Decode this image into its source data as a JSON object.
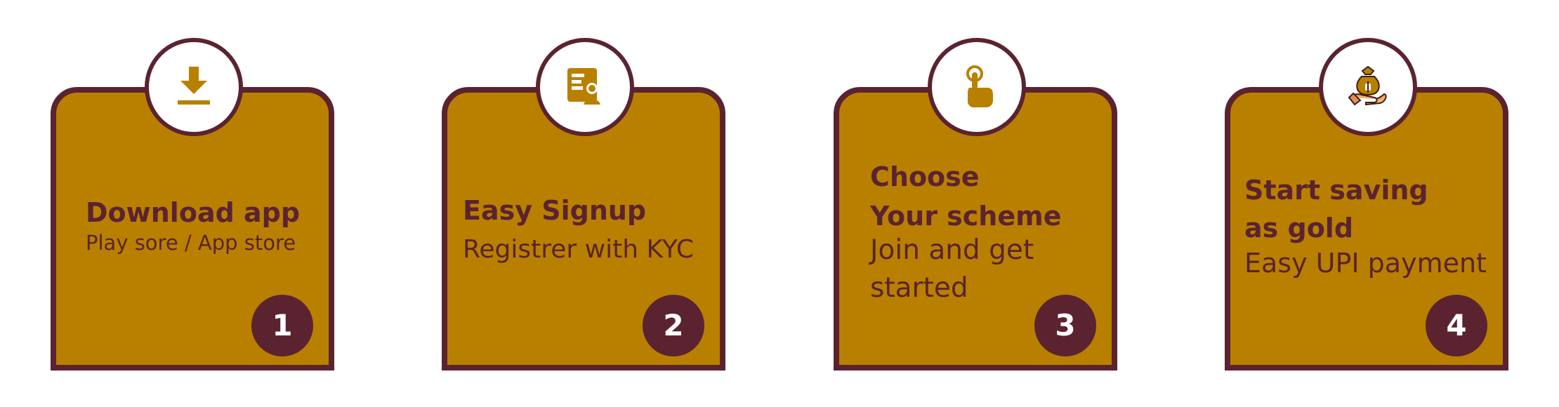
{
  "steps": [
    {
      "icon": "download-icon",
      "title": "Download app",
      "subtitle": "Play sore / App store",
      "number": "1"
    },
    {
      "icon": "kyc-profile-icon",
      "title": "Easy Signup",
      "subtitle": "Registrer with KYC",
      "number": "2"
    },
    {
      "icon": "pointer-hand-icon",
      "title": "Choose\nYour scheme",
      "subtitle": "Join and get\nstarted",
      "number": "3"
    },
    {
      "icon": "money-bag-hand-icon",
      "title": "Start saving\nas gold",
      "subtitle": "Easy UPI payment",
      "number": "4"
    }
  ],
  "colors": {
    "card_fill": "#b98000",
    "border": "#5b2330",
    "text": "#5b2330",
    "badge": "#5b2330",
    "icon_accent": "#b98000",
    "circle_fill": "#ffffff"
  }
}
